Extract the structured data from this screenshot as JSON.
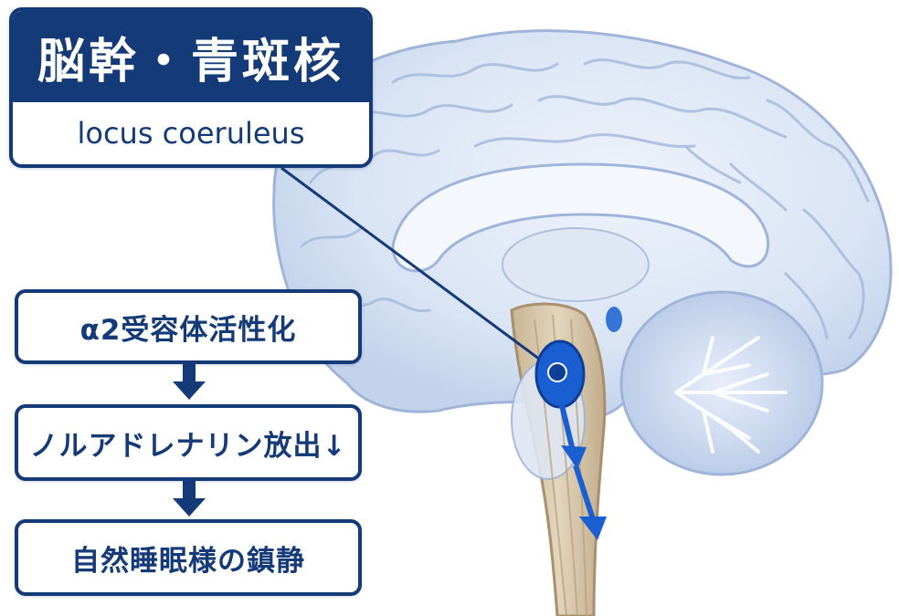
{
  "title": {
    "main": "脳幹・青斑核",
    "sub": "locus coeruleus"
  },
  "flow": [
    {
      "text": "α2受容体活性化"
    },
    {
      "text": "ノルアドレナリン放出↓"
    },
    {
      "text": "自然睡眠様の鎮静"
    }
  ],
  "colors": {
    "accent": "#143a78",
    "highlight": "#1a5fd1",
    "brain": "#dde7f5",
    "brainstem": "#d8c9b0"
  },
  "icons": [
    "down-arrow-icon",
    "brain-illustration",
    "locus-coeruleus-marker"
  ]
}
